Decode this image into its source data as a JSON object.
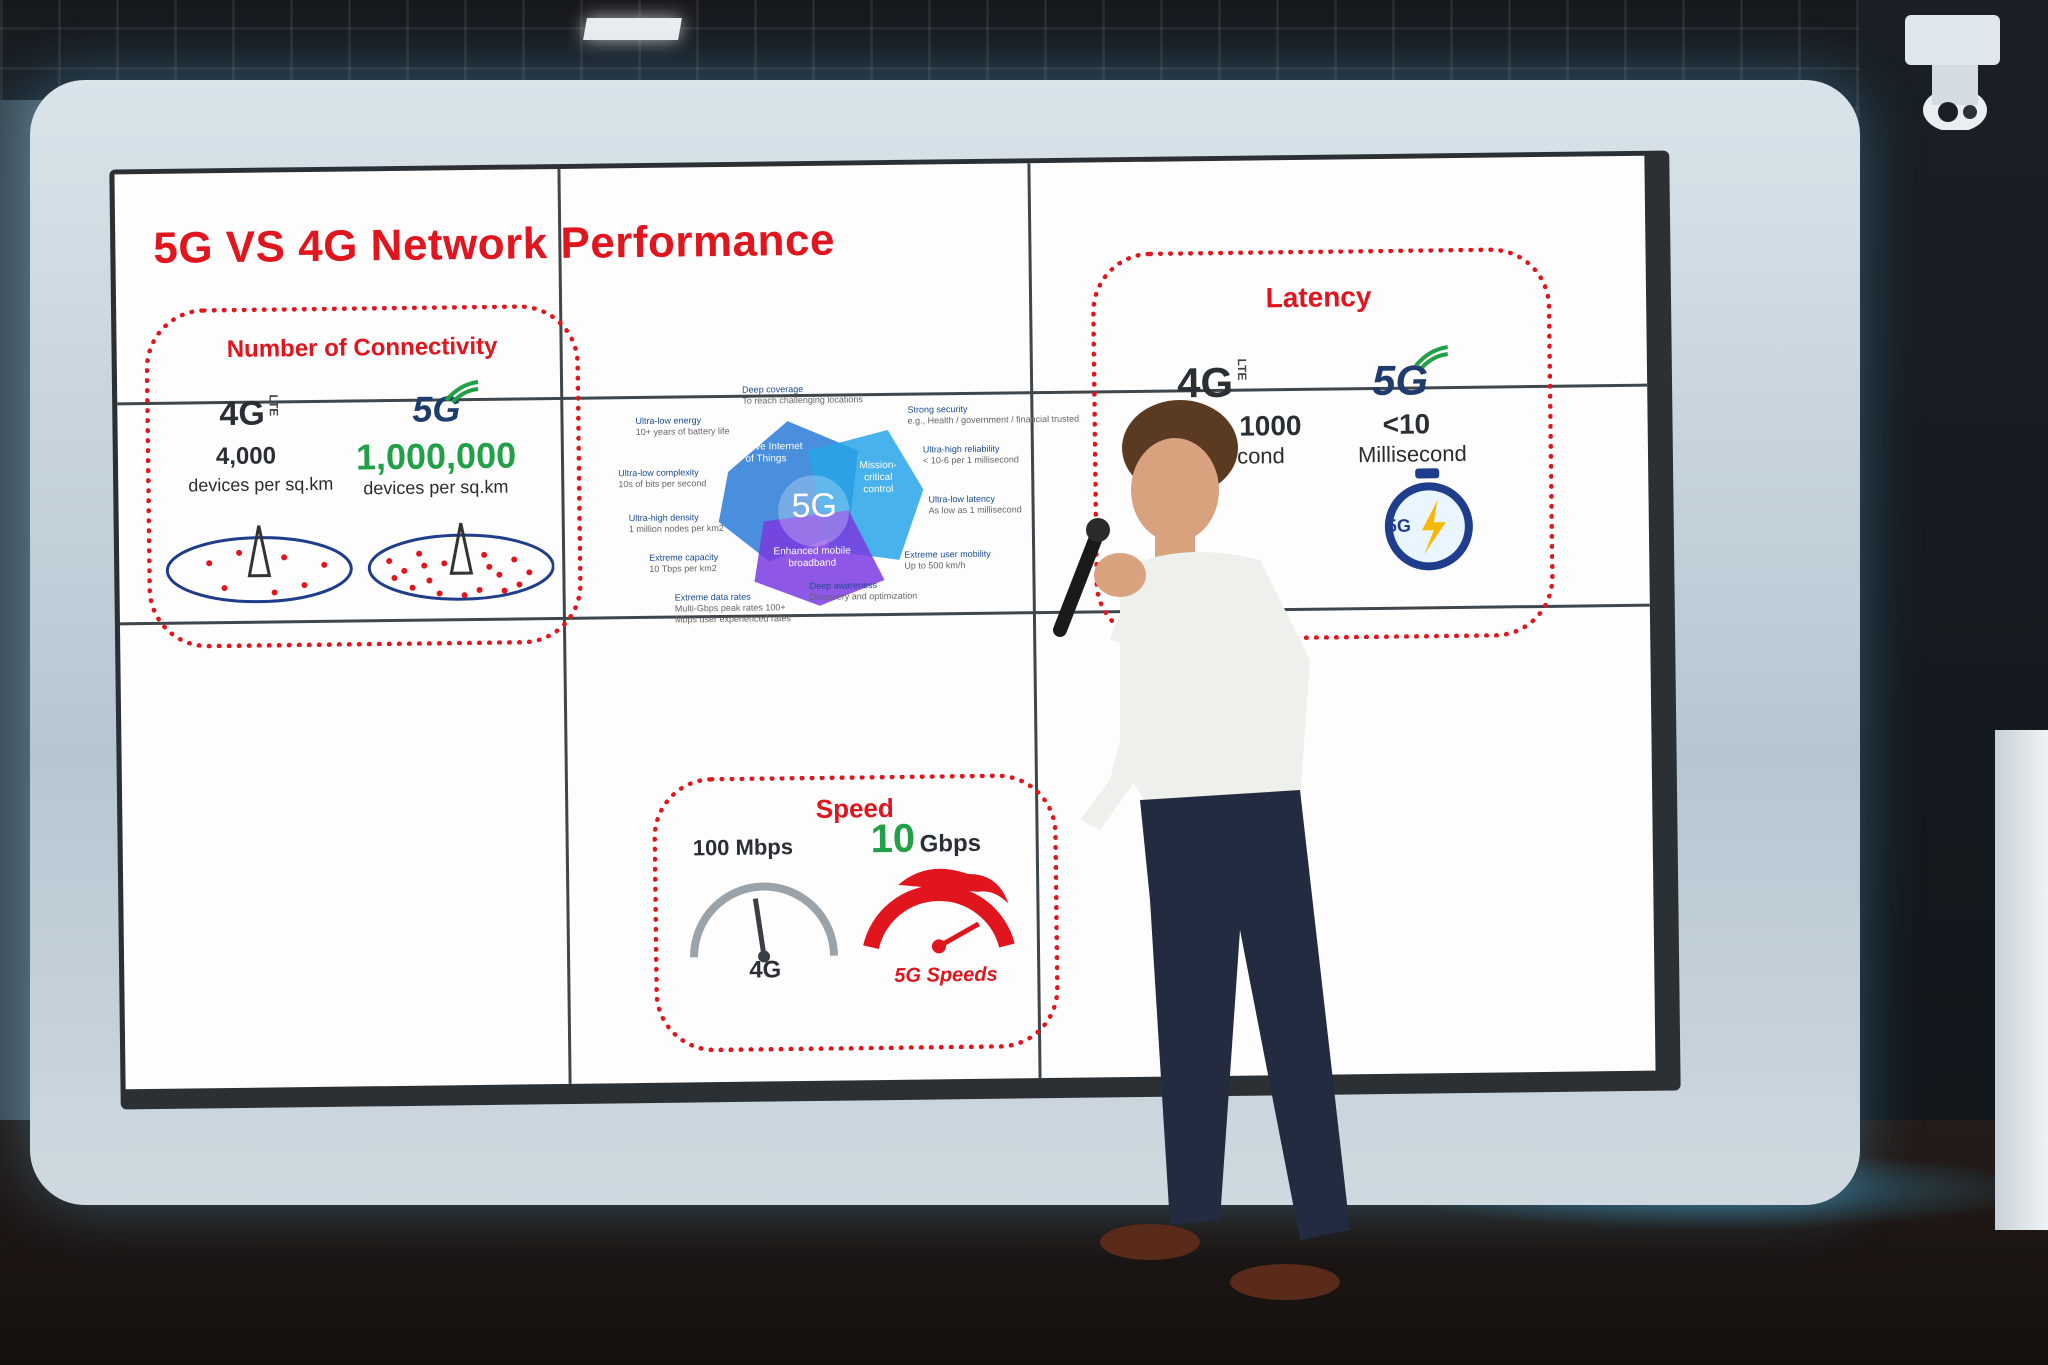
{
  "slide": {
    "title": "5G VS 4G Network Performance",
    "connectivity": {
      "heading": "Number of Connectivity",
      "lte_4g_label": "4G",
      "lte_tag": "LTE",
      "label_5g": "5G",
      "value_4g": "4,000",
      "value_5g": "1,000,000",
      "unit_4g": "devices per sq.km",
      "unit_5g": "devices per sq.km"
    },
    "latency": {
      "heading": "Latency",
      "label_4g": "4G",
      "lte_tag": "LTE",
      "label_5g": "5G",
      "value_4g": "600 - 1000",
      "value_5g": "<10",
      "unit_4g": "Millisecond",
      "unit_5g": "Millisecond",
      "clock_label": "5G"
    },
    "speed": {
      "heading": "Speed",
      "value_4g": "100 Mbps",
      "value_5g_num": "10",
      "value_5g_unit": "Gbps",
      "gauge_4g_label": "4G",
      "gauge_5g_label": "5G Speeds"
    },
    "diagram": {
      "center": "5G",
      "lobe_iot": "Massive Internet of Things",
      "lobe_mission": "Mission-critical control",
      "lobe_broadband": "Enhanced mobile broadband",
      "items": [
        {
          "title": "Deep coverage",
          "sub": "To reach challenging locations"
        },
        {
          "title": "Ultra-low energy",
          "sub": "10+ years of battery life"
        },
        {
          "title": "Strong security",
          "sub": "e.g., Health / government / financial trusted"
        },
        {
          "title": "Ultra-low complexity",
          "sub": "10s of bits per second"
        },
        {
          "title": "Ultra-high reliability",
          "sub": "< 10-6 per 1 millisecond"
        },
        {
          "title": "Ultra-high density",
          "sub": "1 million nodes per km2"
        },
        {
          "title": "Ultra-low latency",
          "sub": "As low as 1 millisecond"
        },
        {
          "title": "Extreme capacity",
          "sub": "10 Tbps per km2"
        },
        {
          "title": "Extreme user mobility",
          "sub": "Up to 500 km/h"
        },
        {
          "title": "Extreme data rates",
          "sub": "Multi-Gbps peak rates 100+ Mbps user experienced rates"
        },
        {
          "title": "Deep awareness",
          "sub": "Discovery and optimization"
        }
      ]
    }
  },
  "colors": {
    "accent_red": "#e0151d",
    "accent_green": "#22a047",
    "diagram_blue": "#1f6fd8",
    "diagram_purple": "#6a2bd8"
  }
}
